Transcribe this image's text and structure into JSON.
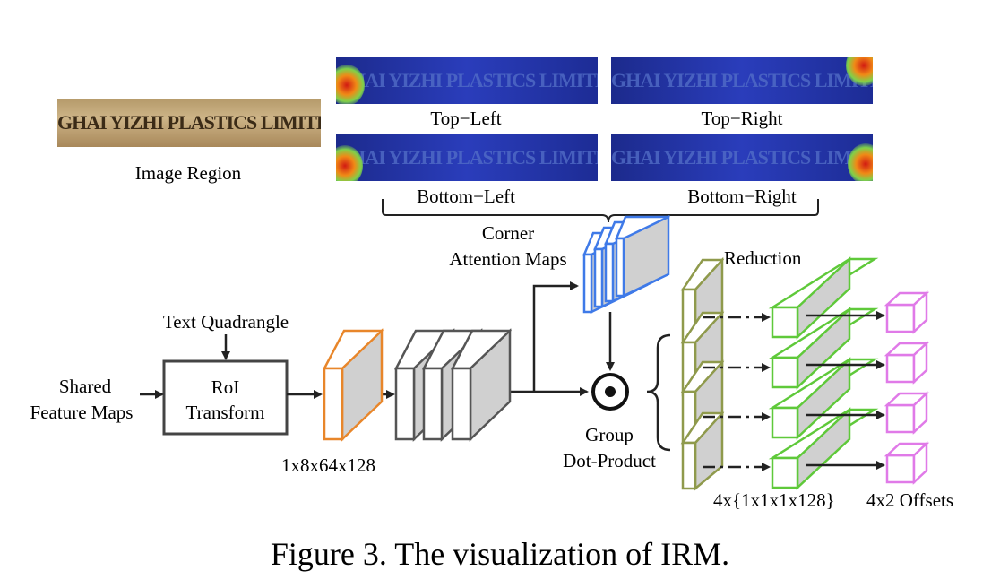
{
  "labels": {
    "image_region": "Image Region",
    "image_text": "GHAI YIZHI PLASTICS LIMITED COM",
    "top_left": "Top−Left",
    "top_right": "Top−Right",
    "bottom_left": "Bottom−Left",
    "bottom_right": "Bottom−Right",
    "corner_attention_line1": "Corner",
    "corner_attention_line2": "Attention Maps",
    "reduction": "Reduction",
    "text_quadrangle": "Text Quadrangle",
    "shared_line1": "Shared",
    "shared_line2": "Feature Maps",
    "roi_line1": "RoI",
    "roi_line2": "Transform",
    "shape_1x8": "1x8x64x128",
    "group_line1": "Group",
    "group_line2": "Dot-Product",
    "shape_4x": "4x{1x1x1x128}",
    "offsets": "4x2 Offsets"
  },
  "caption": "Figure 3. The visualization of IRM.",
  "colors": {
    "orange": "#e8862a",
    "gray": "#555555",
    "blue": "#3f7ae8",
    "olive": "#8f9a4c",
    "green": "#5fc93a",
    "magenta": "#e07ae8"
  }
}
